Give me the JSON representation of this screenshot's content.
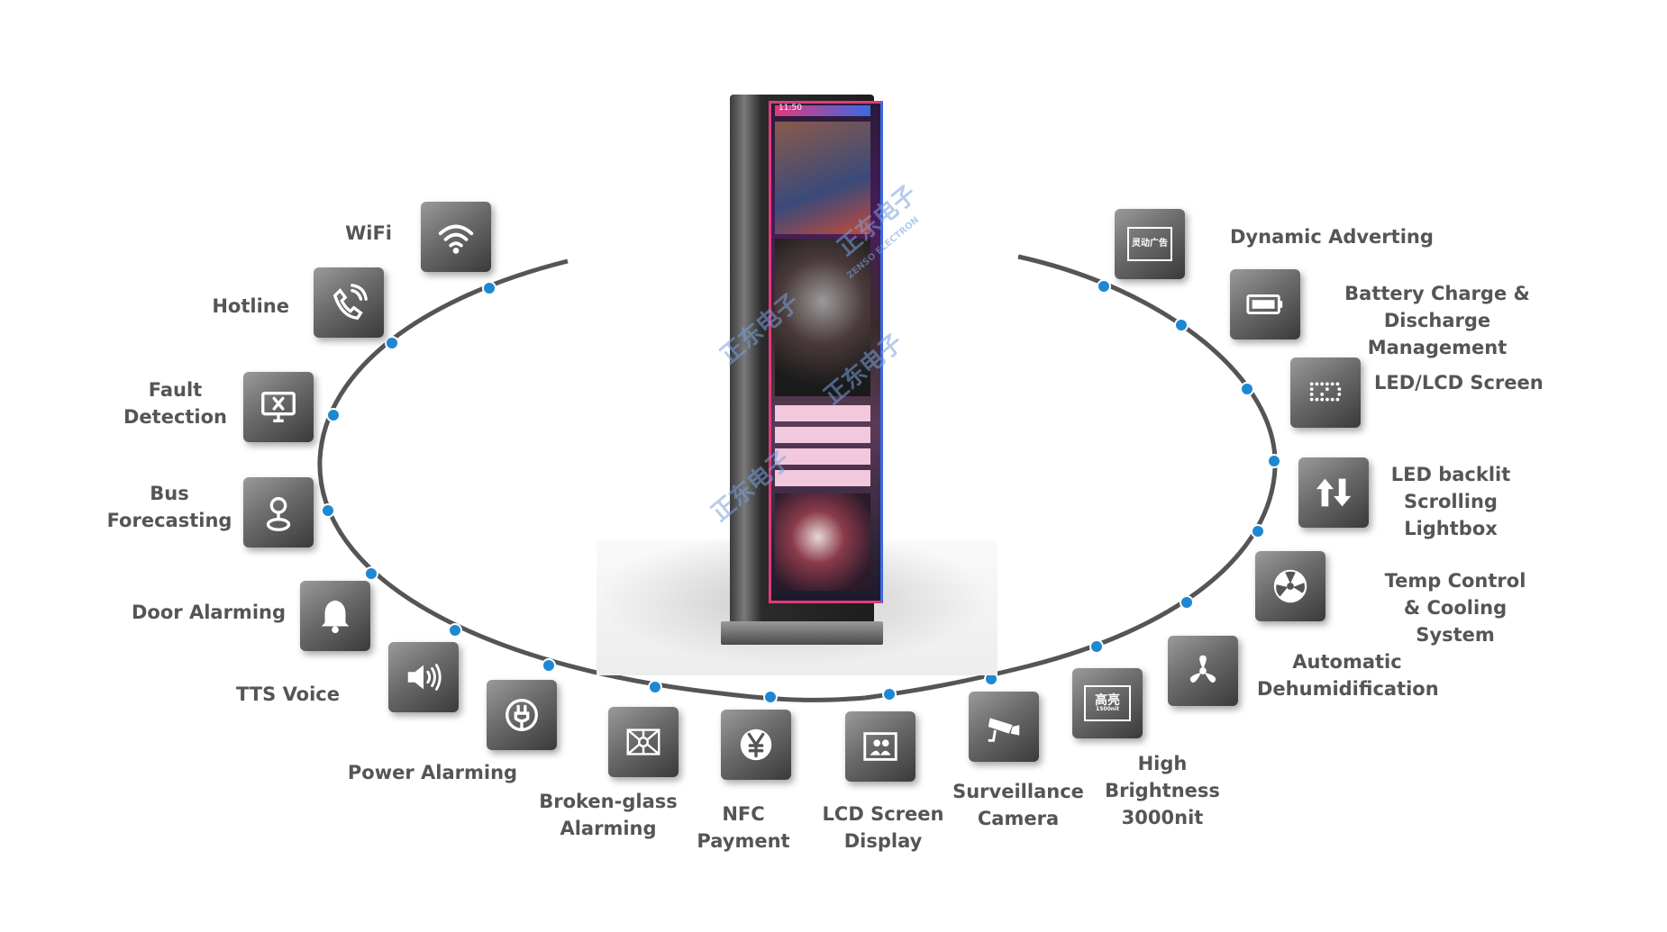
{
  "features": [
    {
      "id": "wifi",
      "icon": "wifi-icon",
      "label": "WiFi"
    },
    {
      "id": "hotline",
      "icon": "phone-icon",
      "label": "Hotline"
    },
    {
      "id": "fault-detection",
      "icon": "monitor-x-icon",
      "label": "Fault\nDetection"
    },
    {
      "id": "bus-forecasting",
      "icon": "location-pin-icon",
      "label": "Bus\nForecasting"
    },
    {
      "id": "door-alarming",
      "icon": "bell-icon",
      "label": "Door Alarming"
    },
    {
      "id": "tts-voice",
      "icon": "speaker-icon",
      "label": "TTS Voice"
    },
    {
      "id": "power-alarming",
      "icon": "power-plug-icon",
      "label": "Power Alarming"
    },
    {
      "id": "broken-glass",
      "icon": "broken-glass-icon",
      "label": "Broken-glass\nAlarming"
    },
    {
      "id": "nfc-payment",
      "icon": "yen-coin-icon",
      "label": "NFC\nPayment"
    },
    {
      "id": "lcd-display",
      "icon": "picture-frame-icon",
      "label": "LCD Screen\nDisplay"
    },
    {
      "id": "surveillance",
      "icon": "cctv-camera-icon",
      "label": "Surveillance\nCamera"
    },
    {
      "id": "high-brightness",
      "icon": "brightness-sign-icon",
      "label": "High\nBrightness\n3000nit"
    },
    {
      "id": "dehumidification",
      "icon": "fan-blade-icon",
      "label": "Automatic\nDehumidification"
    },
    {
      "id": "temp-control",
      "icon": "cooling-fan-icon",
      "label": "Temp Control\n& Cooling System"
    },
    {
      "id": "led-backlit",
      "icon": "scroll-arrows-icon",
      "label": "LED backlit\nScrolling\nLightbox"
    },
    {
      "id": "led-lcd-screen",
      "icon": "led-dots-icon",
      "label": "LED/LCD Screen"
    },
    {
      "id": "battery",
      "icon": "battery-icon",
      "label": "Battery Charge &\nDischarge Management"
    },
    {
      "id": "dynamic-advert",
      "icon": "ad-screen-icon",
      "label": "Dynamic Adverting"
    }
  ],
  "icon_texts": {
    "dynamic_advert": "灵动广告",
    "high_brightness": "高亮",
    "high_brightness_sub": "1500nit"
  },
  "kiosk": {
    "screen_time": "11:50",
    "watermark": "正东电子",
    "watermark_sub": "ZENSO ELECTRON"
  },
  "colors": {
    "icon_dark": "#3a3a3a",
    "icon_light": "#9a9a9a",
    "ring": "#555555",
    "dot": "#1e88d2",
    "label": "#555555"
  }
}
